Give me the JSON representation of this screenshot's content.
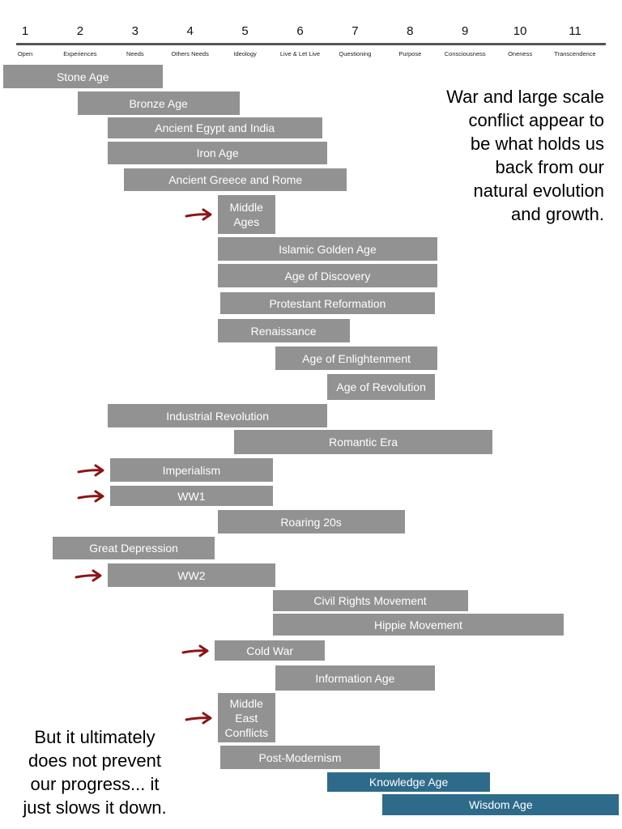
{
  "scale": {
    "numbers": [
      "1",
      "2",
      "3",
      "4",
      "5",
      "6",
      "7",
      "8",
      "9",
      "10",
      "11"
    ],
    "labels": [
      "Open",
      "Experiences",
      "Needs",
      "Others Needs",
      "Ideology",
      "Live & Let Live",
      "Questioning",
      "Purpose",
      "Consciousness",
      "Oneness",
      "Transcendence"
    ]
  },
  "eras": [
    {
      "label": "Stone Age",
      "start": 0.6,
      "end": 3.5,
      "color": "gray"
    },
    {
      "label": "Bronze Age",
      "start": 1.95,
      "end": 4.9,
      "color": "gray"
    },
    {
      "label": "Ancient Egypt and India",
      "start": 2.5,
      "end": 6.4,
      "color": "gray"
    },
    {
      "label": "Iron Age",
      "start": 2.5,
      "end": 6.5,
      "color": "gray"
    },
    {
      "label": "Ancient Greece and Rome",
      "start": 2.8,
      "end": 6.85,
      "color": "gray"
    },
    {
      "label": "Middle\nAges",
      "start": 4.5,
      "end": 5.55,
      "color": "gray",
      "arrow": true
    },
    {
      "label": "Islamic Golden Age",
      "start": 4.5,
      "end": 8.5,
      "color": "gray"
    },
    {
      "label": "Age of Discovery",
      "start": 4.5,
      "end": 8.5,
      "color": "gray"
    },
    {
      "label": "Protestant Reformation",
      "start": 4.55,
      "end": 8.45,
      "color": "gray"
    },
    {
      "label": "Renaissance",
      "start": 4.5,
      "end": 6.9,
      "color": "gray"
    },
    {
      "label": "Age of Enlightenment",
      "start": 5.55,
      "end": 8.5,
      "color": "gray"
    },
    {
      "label": "Age of Revolution",
      "start": 6.5,
      "end": 8.45,
      "color": "gray"
    },
    {
      "label": "Industrial Revolution",
      "start": 2.5,
      "end": 6.5,
      "color": "gray"
    },
    {
      "label": "Romantic Era",
      "start": 4.8,
      "end": 9.5,
      "color": "gray"
    },
    {
      "label": "Imperialism",
      "start": 2.55,
      "end": 5.5,
      "color": "gray",
      "arrow": true
    },
    {
      "label": "WW1",
      "start": 2.55,
      "end": 5.5,
      "color": "gray",
      "arrow": true
    },
    {
      "label": "Roaring 20s",
      "start": 4.5,
      "end": 7.9,
      "color": "gray"
    },
    {
      "label": "Great Depression",
      "start": 1.5,
      "end": 4.45,
      "color": "gray"
    },
    {
      "label": "WW2",
      "start": 2.5,
      "end": 5.55,
      "color": "gray",
      "arrow": true
    },
    {
      "label": "Civil Rights Movement",
      "start": 5.5,
      "end": 9.05,
      "color": "gray"
    },
    {
      "label": "Hippie Movement",
      "start": 5.5,
      "end": 10.8,
      "color": "gray"
    },
    {
      "label": "Cold War",
      "start": 4.45,
      "end": 6.45,
      "color": "gray",
      "arrow": true
    },
    {
      "label": "Information Age",
      "start": 5.55,
      "end": 8.45,
      "color": "gray"
    },
    {
      "label": "Middle\nEast\nConflicts",
      "start": 4.5,
      "end": 5.55,
      "color": "gray",
      "arrow": true
    },
    {
      "label": "Post-Modernism",
      "start": 4.55,
      "end": 7.45,
      "color": "gray"
    },
    {
      "label": "Knowledge Age",
      "start": 6.5,
      "end": 9.45,
      "color": "teal"
    },
    {
      "label": "Wisdom Age",
      "start": 7.5,
      "end": 11.8,
      "color": "teal"
    }
  ],
  "notes": {
    "right": "War and large scale\nconflict appear to\nbe what holds us\nback from our\nnatural evolution\nand growth.",
    "left": "But it ultimately\ndoes not prevent\nour progress... it\njust slows it down."
  },
  "colors": {
    "gray_bar": "#929292",
    "teal_bar": "#2e6b8a",
    "arrow": "#8b1515"
  }
}
